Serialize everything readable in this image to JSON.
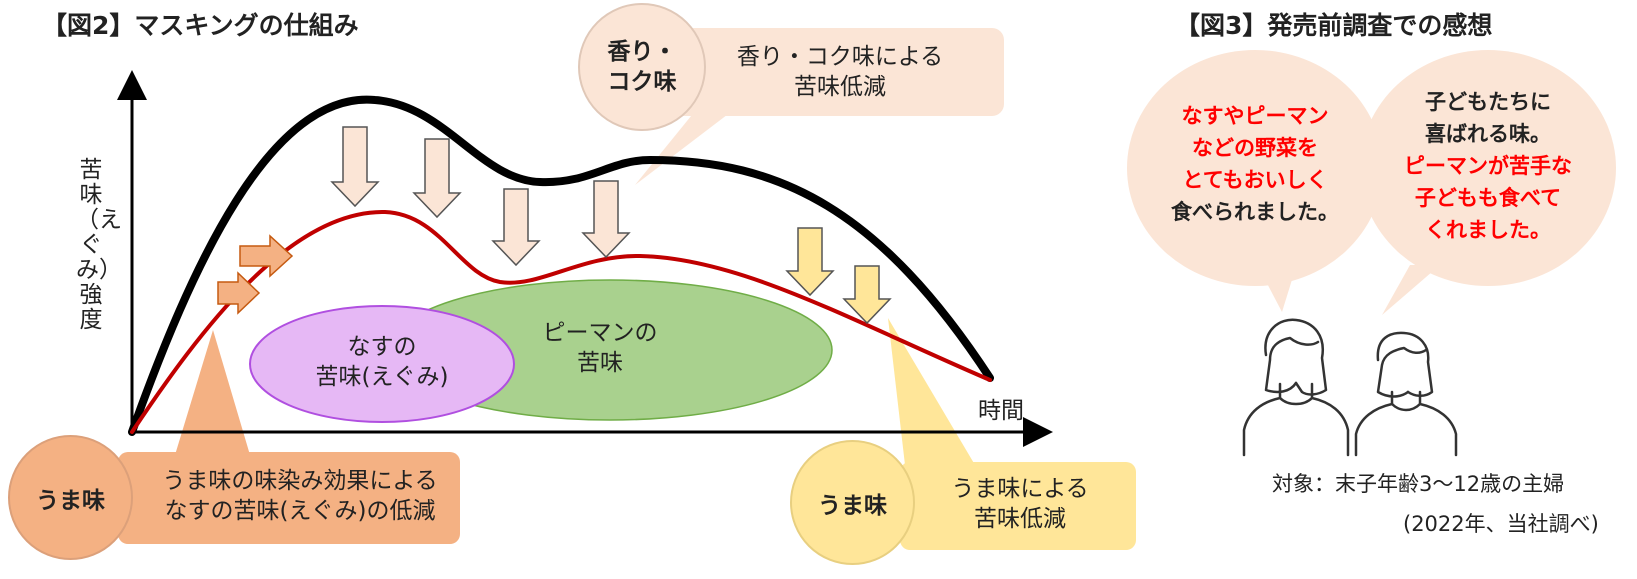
{
  "fig2": {
    "title": "【図2】マスキングの仕組み",
    "y_axis_label": "苦味（えぐみ）強度",
    "x_axis_label": "時間",
    "nasu_label": "なすの\n苦味(えぐみ)",
    "piman_label": "ピーマンの\n苦味",
    "aroma_circle": "香り・\nコク味",
    "aroma_callout": "香り・コク味による\n苦味低減",
    "umami_left_circle": "うま味",
    "umami_left_callout": "うま味の味染み効果による\nなすの苦味(えぐみ)の低減",
    "umami_right_circle": "うま味",
    "umami_right_callout": "うま味による\n苦味低減",
    "colors": {
      "total_curve": "#000000",
      "reduced_curve": "#c00000",
      "nasu_fill": "#e6b8f5",
      "piman_fill": "#a9d18e",
      "aroma": "#fbe5d6",
      "umami_left": "#f4b183",
      "umami_right": "#ffe699"
    }
  },
  "fig3": {
    "title": "【図3】発売前調査での感想",
    "bubble_left": {
      "red": "なすやピーマン\nなどの野菜を\nとてもおいしく",
      "black": "食べられました。"
    },
    "bubble_right": {
      "black": "子どもたちに\n喜ばれる味。",
      "red": "ピーマンが苦手な\n子どもも食べて\nくれました。"
    },
    "icons": [
      "woman-icon",
      "woman-icon"
    ],
    "target_note": "対象：末子年齢3～12歳の主婦",
    "source_note": "(2022年、当社調べ)"
  }
}
